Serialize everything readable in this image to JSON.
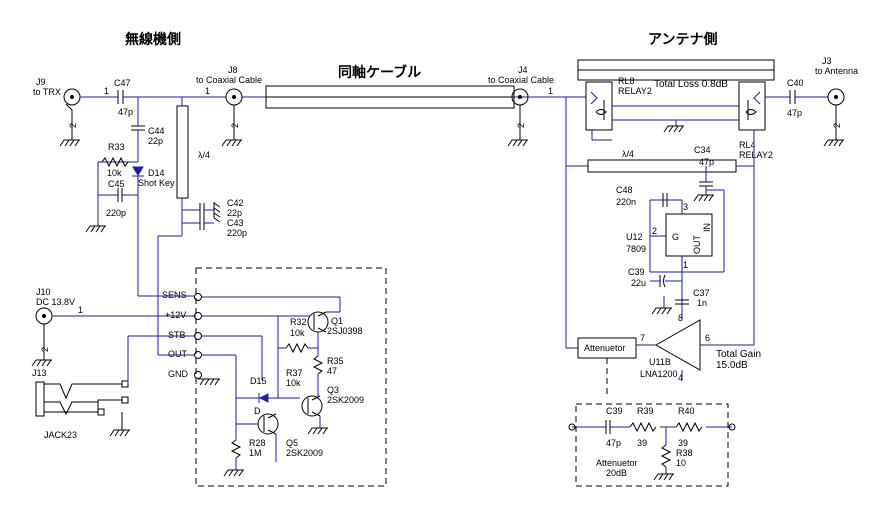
{
  "headings": {
    "radio_side": "無線機側",
    "antenna_side": "アンテナ側",
    "coax": "同軸ケーブル"
  },
  "connectors": {
    "j9": {
      "ref": "J9",
      "desc": "to TRX",
      "pin": "1",
      "gnd": "2"
    },
    "j8": {
      "ref": "J8",
      "desc": "to Coaxial Cable",
      "pin": "1",
      "gnd": "2"
    },
    "j4": {
      "ref": "J4",
      "desc": "to Coaxial Cable",
      "pin": "1",
      "gnd": "2"
    },
    "j3": {
      "ref": "J3",
      "desc": "to Antenna",
      "gnd": "2"
    },
    "j10": {
      "ref": "J10",
      "desc": "DC 13.8V",
      "pin": "1",
      "gnd": "2"
    },
    "j13": {
      "ref": "J13",
      "name": "JACK23"
    }
  },
  "components": {
    "c47": {
      "ref": "C47",
      "val": "47p"
    },
    "c44": {
      "ref": "C44",
      "val": "22p"
    },
    "r33": {
      "ref": "R33",
      "val": "10k"
    },
    "d14": {
      "ref": "D14",
      "val": "Shot Key"
    },
    "c45": {
      "ref": "C45",
      "val": "220p"
    },
    "c42": {
      "ref": "C42",
      "val": "22p"
    },
    "c43": {
      "ref": "C43",
      "val": "220p"
    },
    "lambda_left": "λ/4",
    "lambda_right": "λ/4",
    "rl8": {
      "ref": "RL8",
      "val": "RELAY2"
    },
    "rl4": {
      "ref": "RL4",
      "val": "RELAY2"
    },
    "total_loss": "Total Loss 0.8dB",
    "c40": {
      "ref": "C40",
      "val": "47p"
    },
    "c34": {
      "ref": "C34",
      "val": "47p"
    },
    "c48": {
      "ref": "C48",
      "val": "220n"
    },
    "u12": {
      "ref": "U12",
      "val": "7809",
      "g": "G",
      "pin_in": "IN",
      "pin_out": "OUT",
      "p1": "1",
      "p2": "2",
      "p3": "3"
    },
    "c39a": {
      "ref": "C39",
      "val": "22u"
    },
    "c37": {
      "ref": "C37",
      "val": "1n"
    },
    "u11": {
      "ref": "U11B",
      "val": "LNA1200",
      "p4": "4",
      "p6": "6",
      "p7": "7",
      "p8": "8"
    },
    "total_gain": "Total Gain",
    "gain_val": "15.0dB",
    "attenuator_block": "Attenuetor",
    "q1": {
      "ref": "Q1",
      "val": "2SJ0398"
    },
    "r32": {
      "ref": "R32",
      "val": "10k"
    },
    "r35": {
      "ref": "R35",
      "val": "47"
    },
    "r37": {
      "ref": "R37",
      "val": "10k"
    },
    "d15": "D15",
    "q3": {
      "ref": "Q3",
      "val": "2SK2009"
    },
    "d_label": "D",
    "r28": {
      "ref": "R28",
      "val": "1M"
    },
    "q5": {
      "ref": "Q5",
      "val": "2SK2009"
    },
    "att_c39": {
      "ref": "C39",
      "val": "47p"
    },
    "att_r39": {
      "ref": "R39",
      "val": "39"
    },
    "att_r40": {
      "ref": "R40",
      "val": "39"
    },
    "att_r38": {
      "ref": "R38",
      "val": "10"
    },
    "att_title": "Attenuetor",
    "att_db": "20dB"
  },
  "terminals": {
    "sens": "SENS",
    "v12": "+12V",
    "stb": "STB",
    "out": "OUT",
    "gnd": "GND"
  }
}
